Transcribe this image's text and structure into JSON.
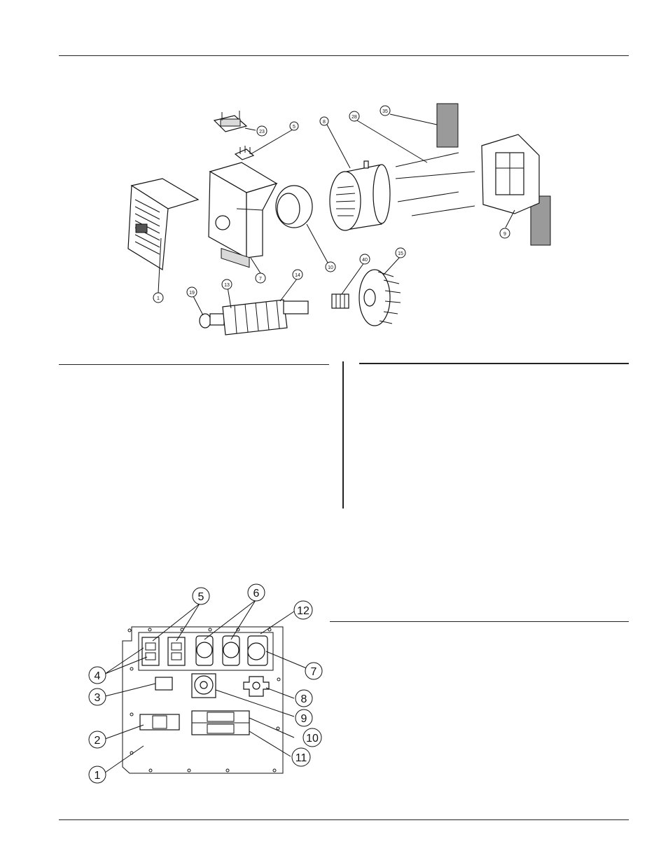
{
  "figure_generator": {
    "callouts": [
      "35",
      "28",
      "8",
      "23",
      "5",
      "9",
      "1",
      "7",
      "10",
      "40",
      "15",
      "19",
      "13",
      "14"
    ]
  },
  "figure_control_panel": {
    "callouts": [
      "5",
      "6",
      "12",
      "4",
      "7",
      "3",
      "8",
      "9",
      "2",
      "10",
      "11",
      "1"
    ]
  }
}
